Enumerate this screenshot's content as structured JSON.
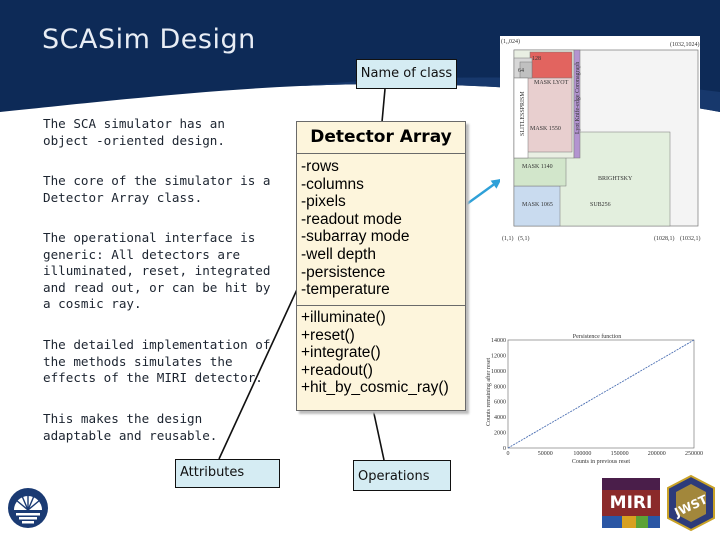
{
  "slide": {
    "title": "SCASim Design",
    "bullets": [
      "The SCA simulator has an object -oriented design.",
      "The core of the simulator is a Detector Array class.",
      "The operational interface is generic: All detectors are illuminated, reset, integrated and read out, or can be hit by a cosmic ray.",
      "The detailed implementation of the methods simulates the effects of the MIRI detector.",
      "This makes the design adaptable and reusable."
    ]
  },
  "callouts": {
    "name_of_class": "Name of class",
    "attributes": "Attributes",
    "operations": "Operations"
  },
  "uml_class": {
    "name": "Detector Array",
    "attributes": [
      "-rows",
      "-columns",
      "-pixels",
      "-readout mode",
      "-subarray mode",
      "-well depth",
      "-persistence",
      "-temperature"
    ],
    "operations": [
      "+illuminate()",
      "+reset()",
      "+integrate()",
      "+readout()",
      "+hit_by_cosmic_ray()"
    ]
  },
  "detector_map": {
    "corner_top_left": "(1,,024)",
    "corner_top_right": "(1032,1024)",
    "corner_bottom_left": "(1,1)",
    "corner_bottom_mid": "(5,1)",
    "corner_bottom_right1": "(1028,1)",
    "corner_bottom_right2": "(1032,1)",
    "regions": [
      "128",
      "64",
      "MASK LYOT",
      "SLITLESSPRISM",
      "Lyot Knife-edge Coronagraph",
      "MASK 1550",
      "MASK 1140",
      "MASK 1065",
      "BRIGHTSKY",
      "SUB256"
    ]
  },
  "persistence_plot": {
    "title": "Persistence function",
    "xlabel": "Counts in previous reset",
    "ylabel": "Counts remaining after reset",
    "yticks": [
      "0",
      "2000",
      "4000",
      "6000",
      "8000",
      "10000",
      "12000",
      "14000"
    ],
    "xticks": [
      "0",
      "50000",
      "100000",
      "150000",
      "200000",
      "250000"
    ]
  },
  "chart_data": {
    "type": "line",
    "title": "Persistence function",
    "xlabel": "Counts in previous reset",
    "ylabel": "Counts remaining after reset",
    "x": [
      0,
      250000
    ],
    "series": [
      {
        "values": [
          0,
          14000
        ]
      }
    ],
    "xlim": [
      0,
      250000
    ],
    "ylim": [
      0,
      14000
    ]
  },
  "logos": {
    "left_logo": "stfc-sun-logo",
    "miri_logo": "MIRI",
    "jwst_badge": "JWST"
  },
  "colors": {
    "header_navy": "#0d2a57",
    "callout_fill": "#d5ecf3",
    "uml_fill": "#fdf5dc",
    "arrow_blue": "#2ea0d8"
  }
}
